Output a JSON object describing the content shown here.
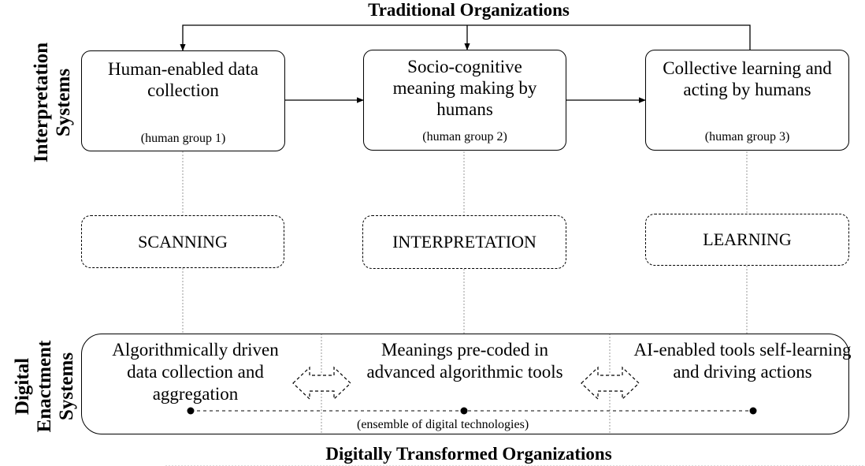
{
  "titles": {
    "top": "Traditional Organizations",
    "bottom": "Digitally Transformed Organizations"
  },
  "side_labels": {
    "interpretation": [
      "Interpretation",
      "Systems"
    ],
    "digital": [
      "Digital",
      "Enactment",
      "Systems"
    ]
  },
  "human_boxes": [
    {
      "text": "Human-enabled data collection",
      "group": "(human group 1)"
    },
    {
      "text": "Socio-cognitive meaning making by humans",
      "group": "(human group 2)"
    },
    {
      "text": "Collective learning and acting by humans",
      "group": "(human group 3)"
    }
  ],
  "stages": [
    "SCANNING",
    "INTERPRETATION",
    "LEARNING"
  ],
  "digital_columns": [
    "Algorithmically driven data collection and aggregation",
    "Meanings pre-coded in advanced algorithmic tools",
    "AI-enabled tools self-learning and driving actions"
  ],
  "ensemble": "(ensemble of digital technologies)"
}
